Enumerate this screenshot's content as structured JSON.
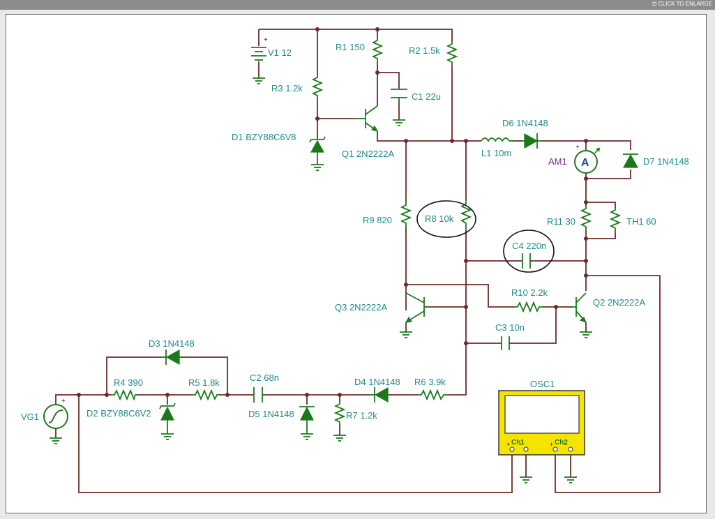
{
  "header": {
    "enlarge_label": "⊡ CLICK TO ENLARGE"
  },
  "colors": {
    "wire": "#6e2a2a",
    "component": "#1a7a1a",
    "label": "#1f8a8a",
    "ammeter_label": "#7a2a8a",
    "scope_body": "#f5e400"
  },
  "components": {
    "v1": "V1 12",
    "r1": "R1 150",
    "r2": "R2 1.5k",
    "r3": "R3 1.2k",
    "c1": "C1 22u",
    "d1": "D1 BZY88C6V8",
    "q1": "Q1 2N2222A",
    "d6": "D6 1N4148",
    "l1": "L1 10m",
    "am1": "AM1",
    "am1_glyph": "A",
    "d7": "D7 1N4148",
    "r9": "R9 820",
    "r8": "R8 10k",
    "r11": "R11 30",
    "th1": "TH1 60",
    "c4": "C4 220n",
    "r10": "R10 2.2k",
    "q3": "Q3 2N2222A",
    "q2": "Q2 2N2222A",
    "c3": "C3 10n",
    "d3": "D3 1N4148",
    "osc": "OSC1",
    "ch1": "Ch1",
    "ch2": "Ch2",
    "r4": "R4 390",
    "r5": "R5 1.8k",
    "c2": "C2 68n",
    "d4": "D4 1N4148",
    "r6": "R6 3.9k",
    "vg1": "VG1",
    "d2": "D2 BZY88C6V2",
    "d5": "D5 1N4148",
    "r7": "R7 1.2k"
  },
  "annotations": {
    "circled": [
      "R8 10k",
      "C4 220n"
    ]
  }
}
